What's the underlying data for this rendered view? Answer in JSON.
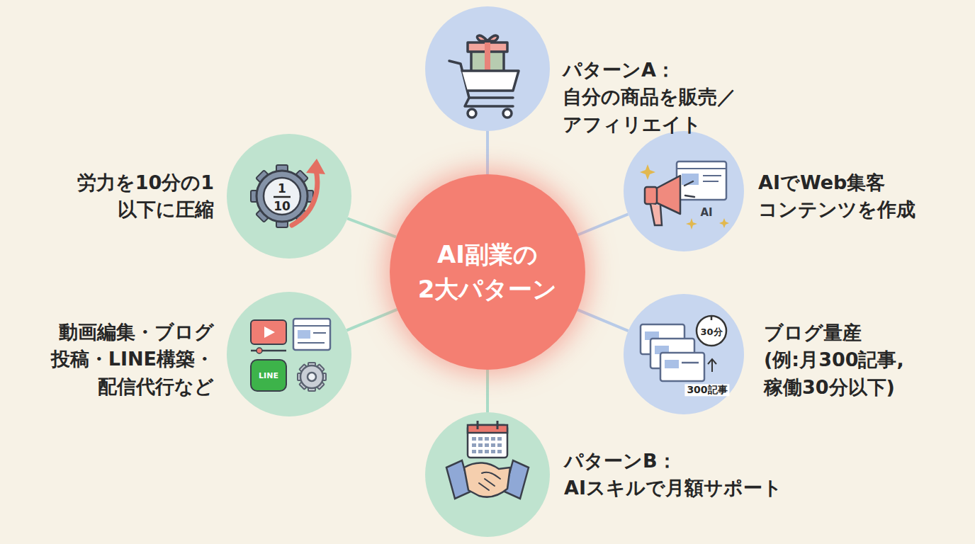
{
  "diagram": {
    "nodes": [
      {
        "text": [
          "AI副業の 2大パターン"
        ]
      },
      {
        "text": [
          "パターンA： 自分の商品を販売／ アフィリエイト"
        ]
      },
      {
        "text": [
          "AIでWeb集客 コンテンツを作成"
        ]
      },
      {
        "text": [
          "ブログ量産 (例:月300記事, 稼働30分以下)"
        ]
      },
      {
        "text": [
          "パターンB： AIスキルで月額サポート"
        ]
      },
      {
        "text": [
          "動画編集・ブログ 投稿・LINE構築・ 配信代行など"
        ]
      },
      {
        "text": [
          "労力を10分の1 以下に圧縮"
        ]
      }
    ],
    "edges": [
      {
        "from": 0,
        "to": 1,
        "arrow": "none"
      },
      {
        "from": 0,
        "to": 2,
        "arrow": "none"
      },
      {
        "from": 0,
        "to": 3,
        "arrow": "none"
      },
      {
        "from": 0,
        "to": 4,
        "arrow": "none"
      },
      {
        "from": 0,
        "to": 5,
        "arrow": "none"
      },
      {
        "from": 0,
        "to": 6,
        "arrow": "none"
      }
    ],
    "labels": [
      "1",
      "10",
      "AI",
      "30分",
      "300記事",
      "LINE"
    ]
  }
}
